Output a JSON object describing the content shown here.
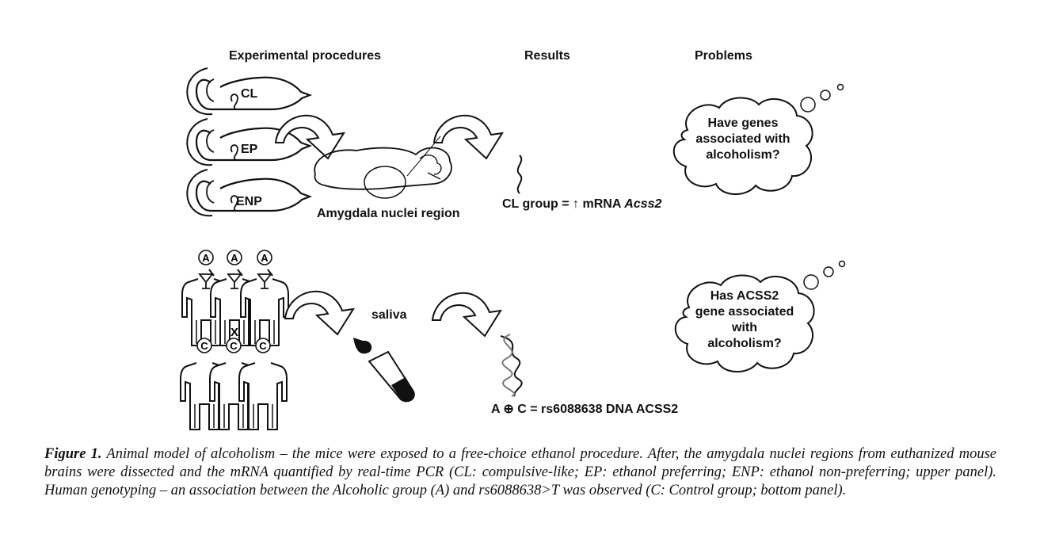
{
  "headers": {
    "procedures": "Experimental procedures",
    "results": "Results",
    "problems": "Problems"
  },
  "mice": [
    "CL",
    "EP",
    "ENP"
  ],
  "brain_label": "Amygdala nuclei region",
  "result_top": {
    "prefix": "CL group = ↑ mRNA ",
    "gene": "Acss2"
  },
  "humans": {
    "alcoholic_mark": "A",
    "control_mark": "C",
    "cross": "X"
  },
  "saliva_label": "saliva",
  "result_bottom": "A ⊕ C = rs6088638 DNA ACSS2",
  "cloud_top": [
    "Have genes",
    "associated with",
    "alcoholism?"
  ],
  "cloud_bottom": [
    "Has ACSS2",
    "gene associated",
    "with",
    "alcoholism?"
  ],
  "caption": {
    "label": "Figure 1.",
    "text": "Animal model of alcoholism – the mice were exposed to a free-choice ethanol procedure. After, the amygdala nuclei regions from euthanized mouse brains were dissected and the mRNA quantified by real-time PCR (CL: compulsive-like; EP: ethanol preferring; ENP: ethanol non-preferring; upper panel). Human genotyping – an association between the Alcoholic group (A) and rs6088638>T was observed (C: Control group; bottom panel)."
  }
}
